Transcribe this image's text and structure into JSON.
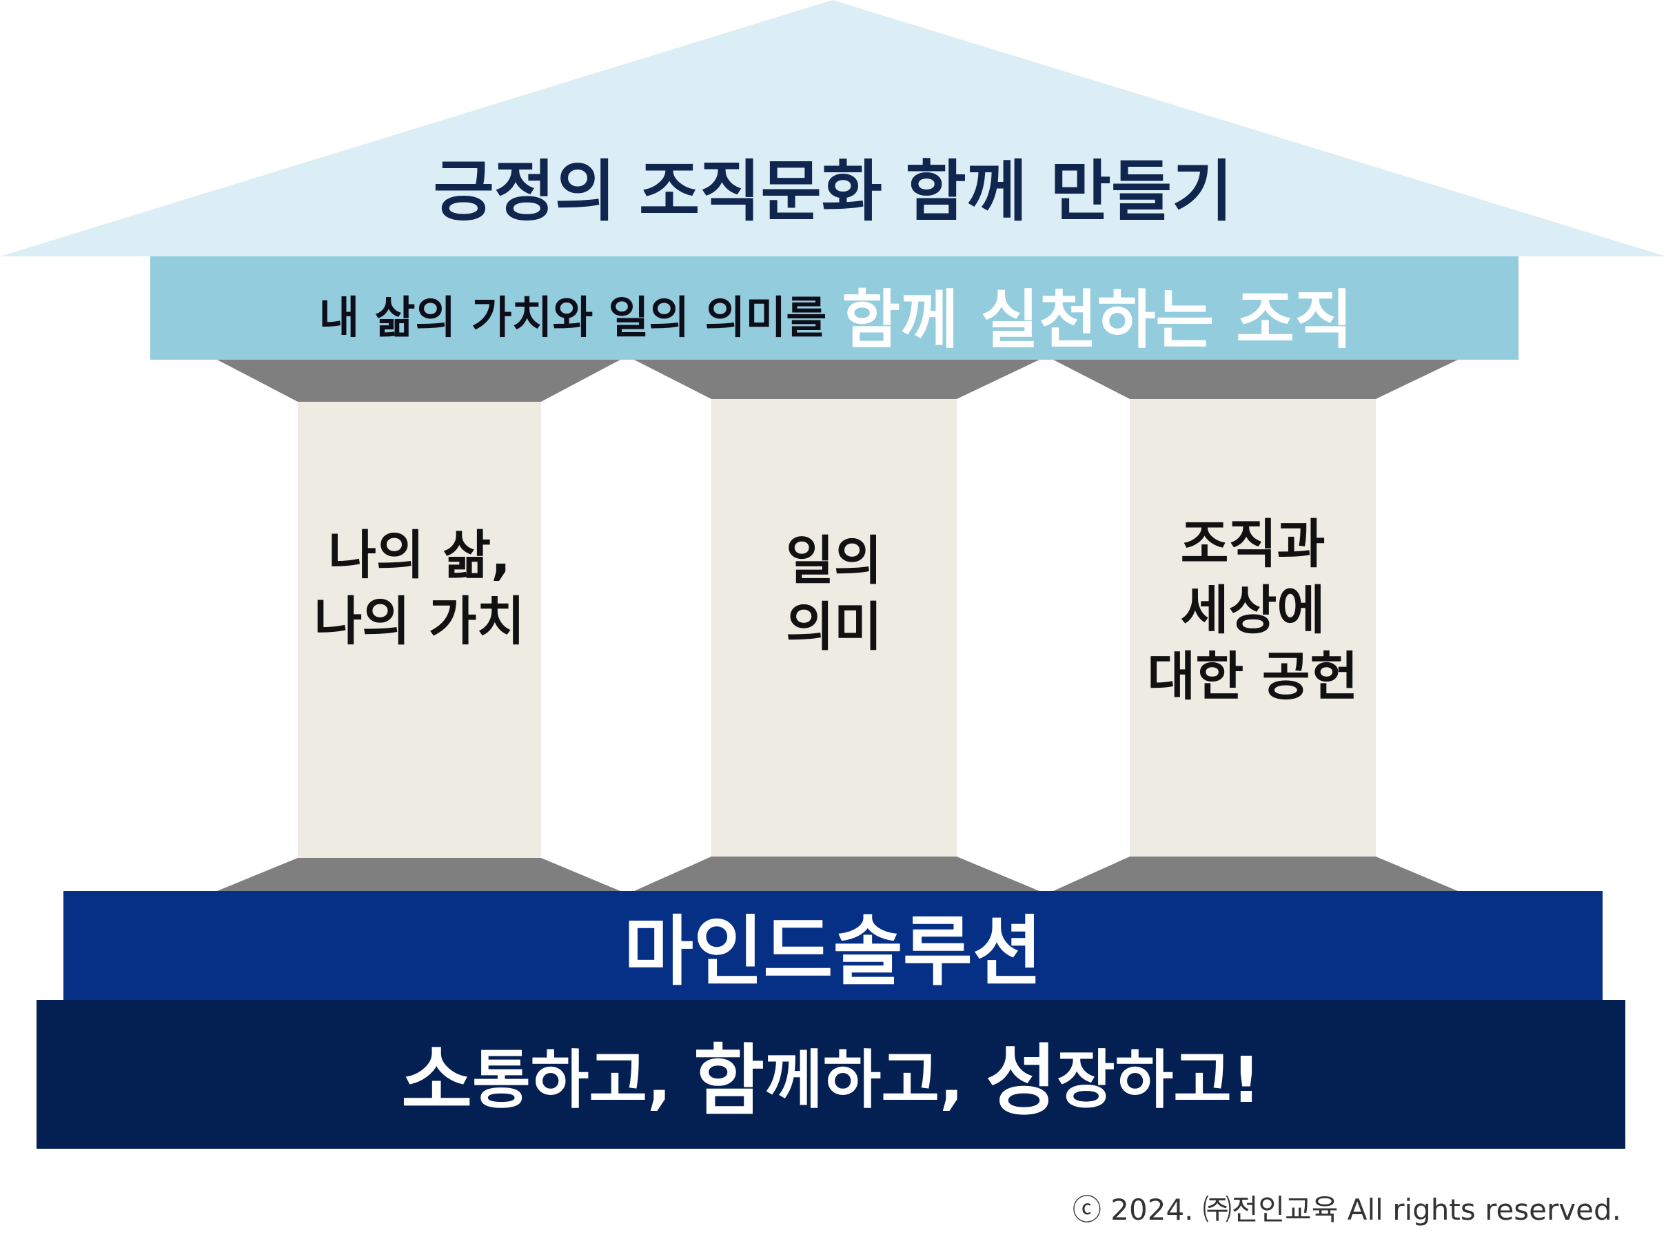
{
  "colors": {
    "roof": "#dceef5",
    "beam": "#93cddd",
    "capital": "#7f7f7f",
    "column": "#edebe2",
    "foundation_top": "#062f86",
    "foundation_bottom": "#041f52",
    "title_text": "#10264f"
  },
  "roof": {
    "title": "긍정의 조직문화 함께 만들기"
  },
  "beam": {
    "lead_text": "내 삶의 가치와 일의 의미를",
    "highlight_text": "함께 실천하는 조직"
  },
  "pillars": [
    {
      "lines": [
        "나의 삶,",
        "나의 가치"
      ]
    },
    {
      "lines": [
        "일의",
        "의미"
      ]
    },
    {
      "lines": [
        "조직과",
        "세상에",
        "대한 공헌"
      ]
    }
  ],
  "foundation": {
    "title": "마인드솔루션",
    "slogan": [
      {
        "lead": "소",
        "rest": "통하고, "
      },
      {
        "lead": "함",
        "rest": "께하고, "
      },
      {
        "lead": "성",
        "rest": "장하고!"
      }
    ]
  },
  "footer": {
    "copyright": "ⓒ 2024. ㈜전인교육 All rights reserved."
  }
}
